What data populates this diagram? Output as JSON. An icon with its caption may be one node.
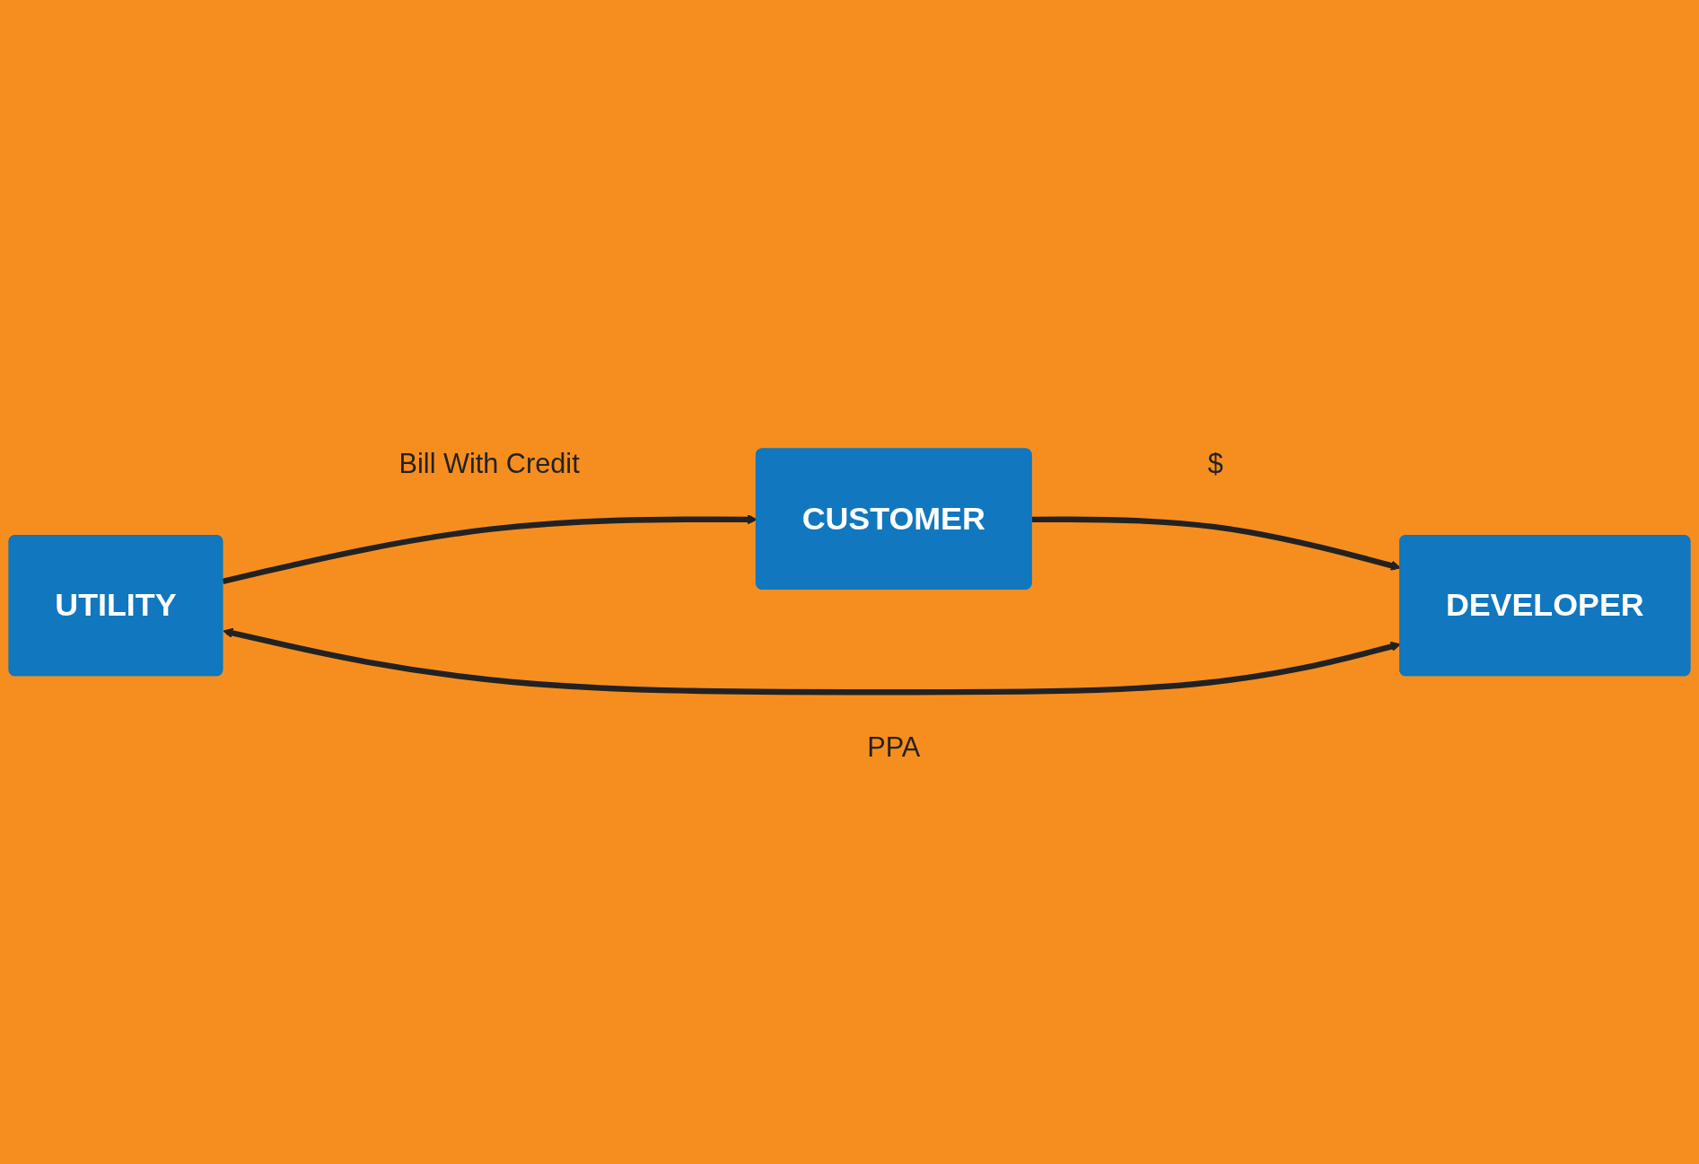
{
  "diagram": {
    "nodes": [
      {
        "text": [
          "CUSTOMER"
        ]
      },
      {
        "text": [
          "UTILITY"
        ]
      },
      {
        "text": [
          "DEVELOPER"
        ]
      }
    ],
    "edges": [
      {
        "from": 1,
        "to": 0,
        "arrow": "to",
        "label": "Bill With Credit"
      },
      {
        "from": 0,
        "to": 2,
        "arrow": "to",
        "label": "$"
      },
      {
        "from": 1,
        "to": 2,
        "arrow": "both",
        "label": "PPA"
      }
    ]
  }
}
